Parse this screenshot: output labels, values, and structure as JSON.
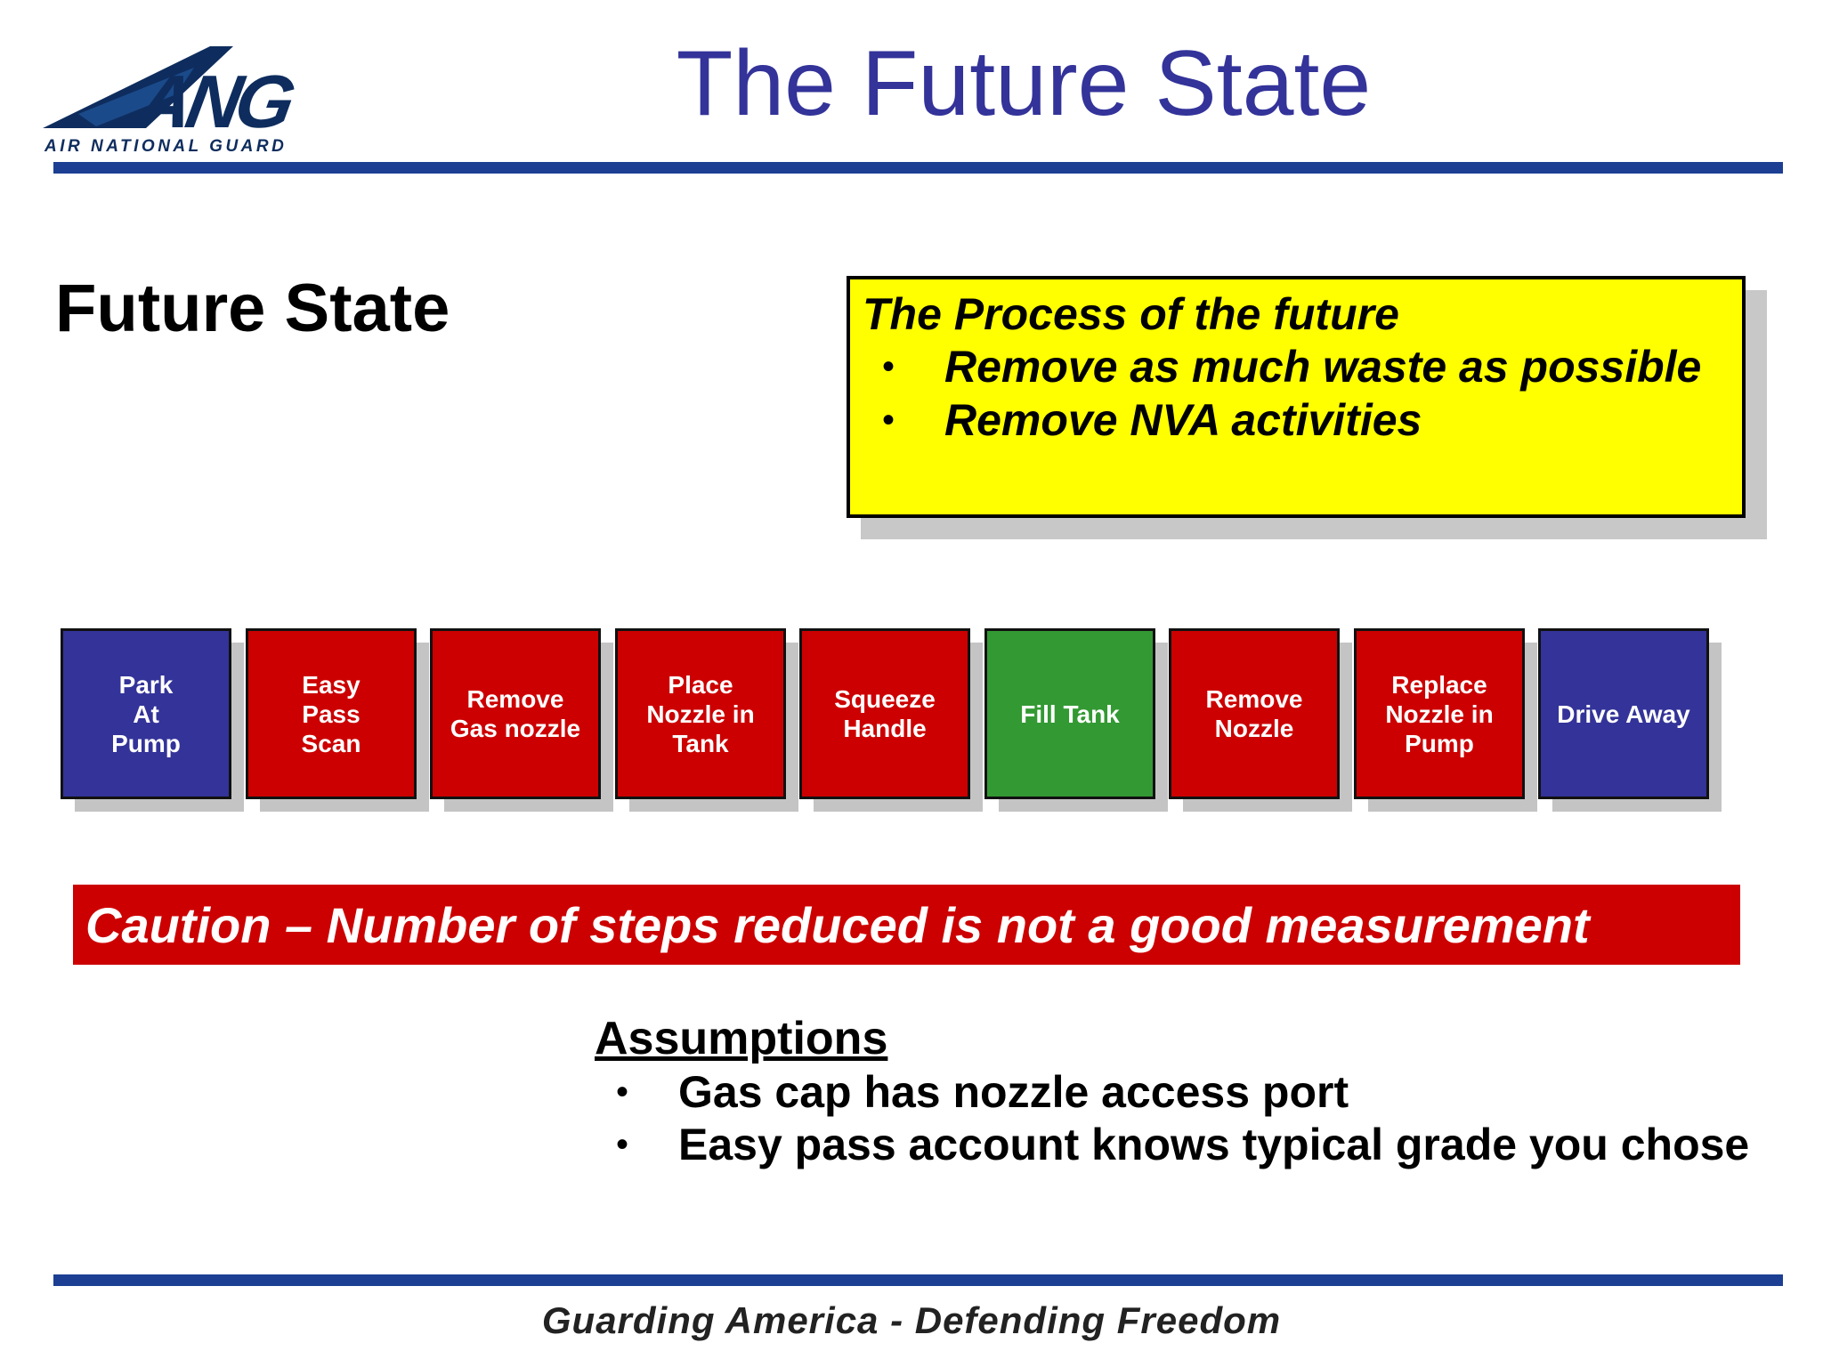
{
  "header": {
    "title": "The Future State",
    "logo_text": "ANG",
    "logo_subtext": "AIR NATIONAL GUARD"
  },
  "section": {
    "heading": "Future State"
  },
  "callout": {
    "title": "The Process of the future",
    "items": [
      "Remove as much waste as possible",
      "Remove NVA activities"
    ],
    "bullet": "•",
    "background": "#ffff00"
  },
  "process_steps": [
    {
      "label": "Park\nAt\nPump",
      "color": "#333399"
    },
    {
      "label": "Easy\nPass\nScan",
      "color": "#cc0000"
    },
    {
      "label": "Remove\nGas nozzle",
      "color": "#cc0000"
    },
    {
      "label": "Place\nNozzle in\nTank",
      "color": "#cc0000"
    },
    {
      "label": "Squeeze\nHandle",
      "color": "#cc0000"
    },
    {
      "label": "Fill Tank",
      "color": "#339933"
    },
    {
      "label": "Remove\nNozzle",
      "color": "#cc0000"
    },
    {
      "label": "Replace\nNozzle in\nPump",
      "color": "#cc0000"
    },
    {
      "label": "Drive Away",
      "color": "#333399"
    }
  ],
  "caution": {
    "text": "Caution – Number of steps reduced is not a good measurement",
    "background": "#cc0000"
  },
  "assumptions": {
    "heading": "Assumptions",
    "bullet": "•",
    "items": [
      "Gas cap has nozzle access port",
      "Easy pass account knows typical grade you chose"
    ]
  },
  "footer": {
    "tagline": "Guarding America - Defending Freedom"
  },
  "colors": {
    "title_blue": "#33339a",
    "rule_blue": "#1c3f94",
    "logo_navy": "#0e2d5e"
  }
}
